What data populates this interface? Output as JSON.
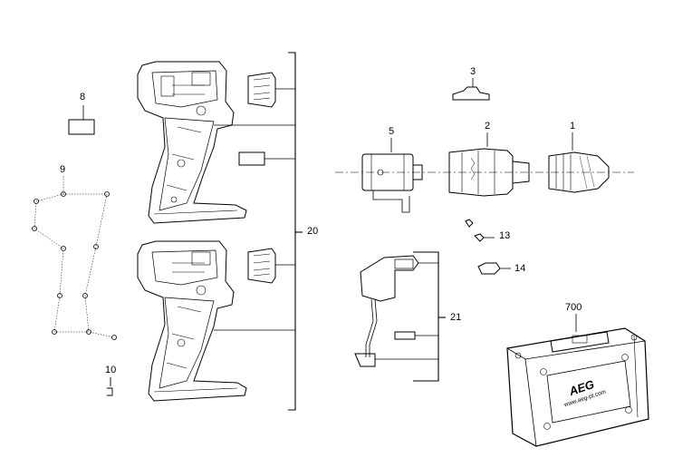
{
  "labels": {
    "p1": "1",
    "p2": "2",
    "p3": "3",
    "p5": "5",
    "p8": "8",
    "p9": "9",
    "p10": "10",
    "p13": "13",
    "p14": "14",
    "p20": "20",
    "p21": "21",
    "p700": "700"
  },
  "case": {
    "brand": "AEG",
    "url": "www.aeg-pt.com"
  }
}
